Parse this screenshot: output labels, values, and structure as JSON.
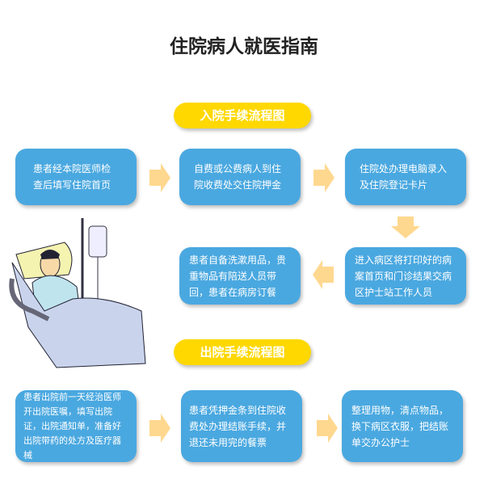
{
  "title": "住院病人就医指南",
  "admission": {
    "heading": "入院手续流程图",
    "steps": [
      "患者经本院医师检查后填写住院首页",
      "自费或公费病人到住院收费处交住院押金",
      "住院处办理电脑录入及住院登记卡片",
      "进入病区将打印好的病案首页和门诊结果交病区护士站工作人员",
      "患者自备洗漱用品，贵重物品有陪送人员带回，患者在病房订餐"
    ]
  },
  "discharge": {
    "heading": "出院手续流程图",
    "steps": [
      "患者出院前一天经治医师开出院医嘱，填写出院证，出院通知单，准备好出院带药的处方及医疗器械",
      "患者凭押金条到住院收费处办理结账手续，并退还未用完的餐票",
      "整理用物，清点物品，换下病区衣服，把结账单交办公护士"
    ]
  },
  "colors": {
    "box": "#4aa8e0",
    "pill": "#ffd800",
    "arrow": "#ffd88f"
  }
}
